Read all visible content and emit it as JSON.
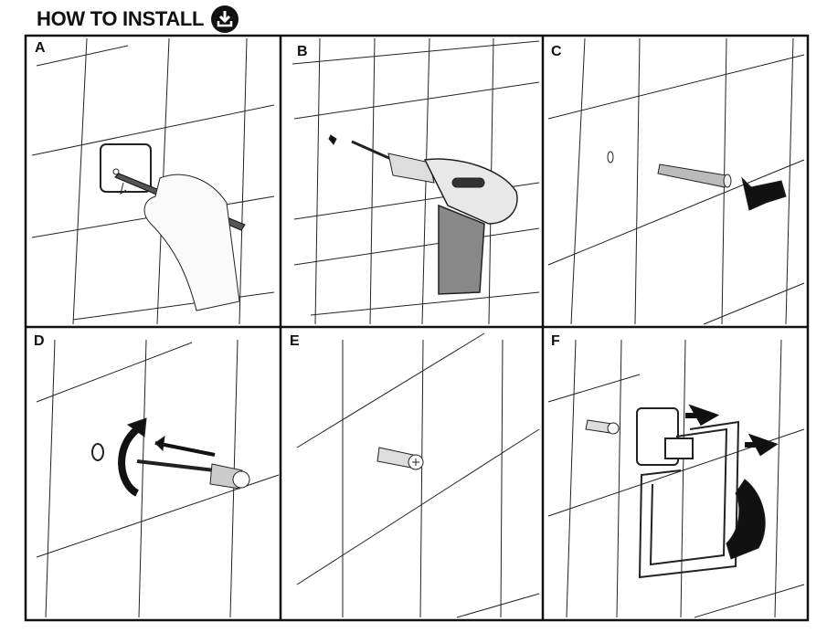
{
  "header": {
    "title": "HOW TO INSTALL",
    "icon": "download-icon"
  },
  "steps": [
    {
      "label": "A"
    },
    {
      "label": "B"
    },
    {
      "label": "C"
    },
    {
      "label": "D"
    },
    {
      "label": "E"
    },
    {
      "label": "F"
    }
  ]
}
